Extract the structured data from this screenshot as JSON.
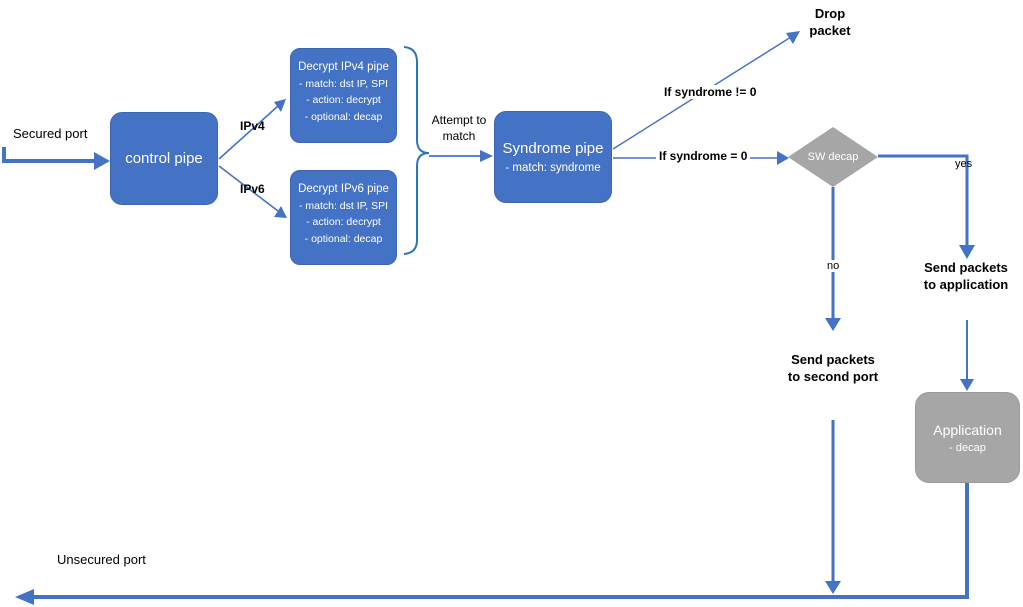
{
  "colors": {
    "accent_blue": "#4472C4",
    "node_gray": "#A6A6A6",
    "text_black": "#000000"
  },
  "labels": {
    "secured_port": "Secured port",
    "unsecured_port": "Unsecured port",
    "ipv4": "IPv4",
    "ipv6": "IPv6",
    "attempt_to_match": "Attempt to match",
    "if_syndrome_ne": "If syndrome != 0",
    "if_syndrome_eq": "If syndrome = 0",
    "drop_packet": "Drop packet",
    "yes": "yes",
    "no": "no",
    "send_to_application": "Send packets to application",
    "send_to_second_port": "Send packets to second port"
  },
  "nodes": {
    "control_pipe": {
      "title": "control pipe"
    },
    "decrypt_ipv4": {
      "title": "Decrypt IPv4 pipe",
      "lines": [
        "- match: dst IP, SPI",
        "- action: decrypt",
        "- optional: decap"
      ]
    },
    "decrypt_ipv6": {
      "title": "Decrypt IPv6 pipe",
      "lines": [
        "- match: dst IP, SPI",
        "- action: decrypt",
        "- optional: decap"
      ]
    },
    "syndrome_pipe": {
      "title": "Syndrome pipe",
      "subtitle": "- match: syndrome"
    },
    "sw_decap": {
      "title": "SW decap"
    },
    "application": {
      "title": "Application",
      "subtitle": "- decap"
    }
  }
}
